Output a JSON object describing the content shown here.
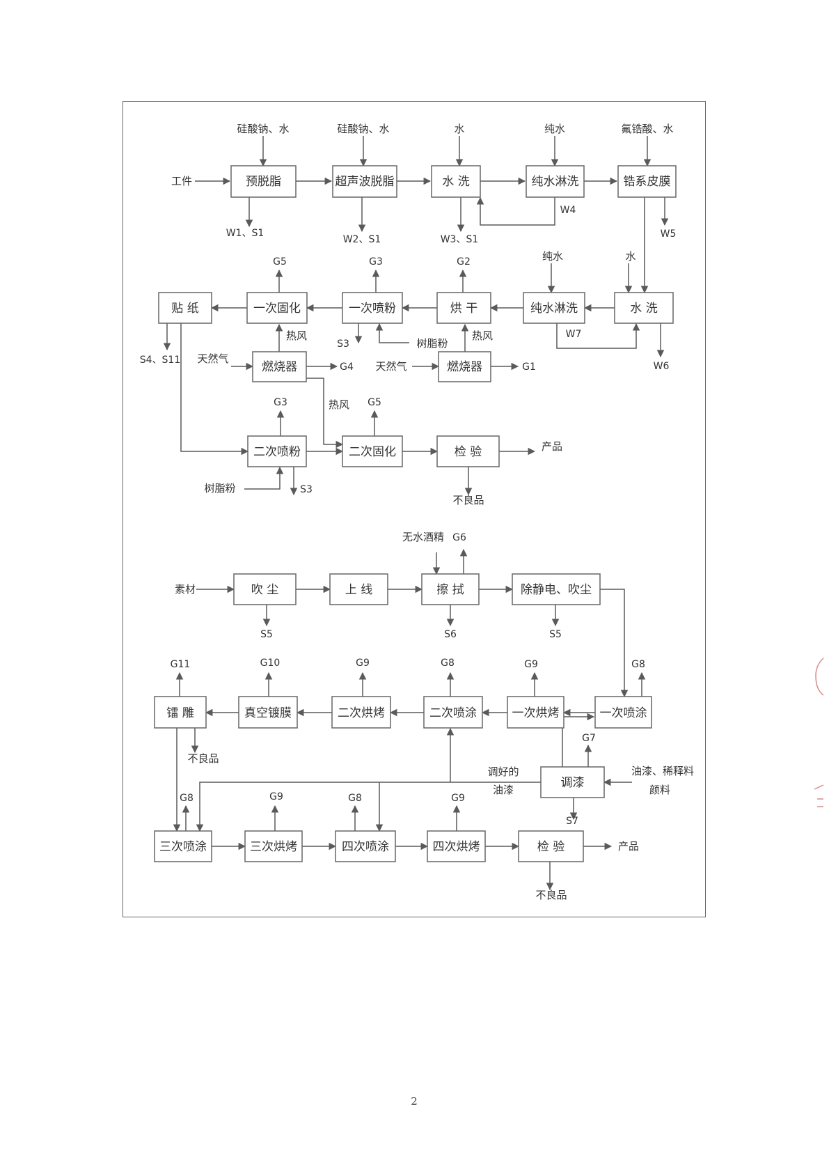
{
  "page_number": "2",
  "diagram1": {
    "boxes": {
      "b1": "预脱脂",
      "b2": "超声波脱脂",
      "b3": "水 洗",
      "b4": "纯水淋洗",
      "b5": "锆系皮膜",
      "b6": "水 洗",
      "b7": "纯水淋洗",
      "b8": "烘 干",
      "b9": "一次喷粉",
      "b10": "一次固化",
      "b11": "贴 纸",
      "b12": "燃烧器",
      "b13": "燃烧器",
      "b14": "二次喷粉",
      "b15": "二次固化",
      "b16": "检 验"
    },
    "labels": {
      "in_b1": "硅酸钠、水",
      "in_b2": "硅酸钠、水",
      "in_b3": "水",
      "in_b4": "纯水",
      "in_b5": "氟锆酸、水",
      "workpiece": "工件",
      "out_b1": "W1、S1",
      "out_b2": "W2、S1",
      "out_b3": "W3、S1",
      "w4": "W4",
      "w5": "W5",
      "in_b6": "水",
      "in_b7": "纯水",
      "w6": "W6",
      "w7": "W7",
      "g2": "G2",
      "g3a": "G3",
      "g5a": "G5",
      "s3a": "S3",
      "resin_a": "树脂粉",
      "hot_air_a": "热风",
      "hot_air_b": "热风",
      "s4_s11": "S4、S11",
      "natgas_a": "天然气",
      "g4": "G4",
      "natgas_b": "天然气",
      "g1": "G1",
      "g3b": "G3",
      "hot_air_c": "热风",
      "g5b": "G5",
      "product_a": "产品",
      "reject_a": "不良品",
      "resin_b": "树脂粉",
      "s3b": "S3"
    }
  },
  "diagram2": {
    "boxes": {
      "c1": "吹 尘",
      "c2": "上 线",
      "c3": "擦 拭",
      "c4": "除静电、吹尘",
      "c5": "一次喷涂",
      "c6": "一次烘烤",
      "c7": "二次喷涂",
      "c8": "二次烘烤",
      "c9": "真空镀膜",
      "c10": "镭 雕",
      "c11": "调漆",
      "c12": "三次喷涂",
      "c13": "三次烘烤",
      "c14": "四次喷涂",
      "c15": "四次烘烤",
      "c16": "检 验"
    },
    "labels": {
      "material": "素材",
      "alcohol": "无水酒精",
      "g6": "G6",
      "s5a": "S5",
      "s6": "S6",
      "s5b": "S5",
      "g8a": "G8",
      "g9a": "G9",
      "g8b": "G8",
      "g9b": "G9",
      "g10": "G10",
      "g11": "G11",
      "reject_b": "不良品",
      "g7": "G7",
      "paint_in1": "油漆、稀释料",
      "paint_in2": "颜料",
      "mixed1": "调好的",
      "mixed2": "油漆",
      "s7": "S7",
      "g8c": "G8",
      "g9c": "G9",
      "g8d": "G8",
      "g9d": "G9",
      "product_b": "产品",
      "reject_c": "不良品"
    }
  },
  "colors": {
    "line": "#5a5a5a",
    "box_border": "#666666",
    "stamp": "#d98a8a"
  }
}
